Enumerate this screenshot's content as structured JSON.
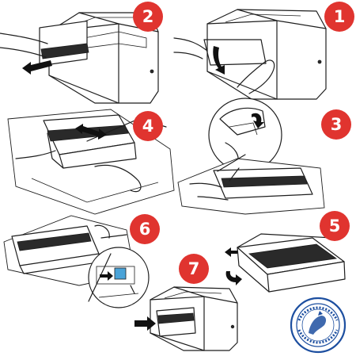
{
  "steps": [
    {
      "number": "1",
      "color": "#e0342f"
    },
    {
      "number": "2",
      "color": "#e0342f"
    },
    {
      "number": "3",
      "color": "#e0342f"
    },
    {
      "number": "4",
      "color": "#e0342f"
    },
    {
      "number": "5",
      "color": "#e0342f"
    },
    {
      "number": "6",
      "color": "#e0342f"
    },
    {
      "number": "7",
      "color": "#e0342f"
    }
  ],
  "seal": {
    "ring_color": "#1d4fa0"
  },
  "highlight": {
    "lever_color": "#4aa3d8"
  }
}
